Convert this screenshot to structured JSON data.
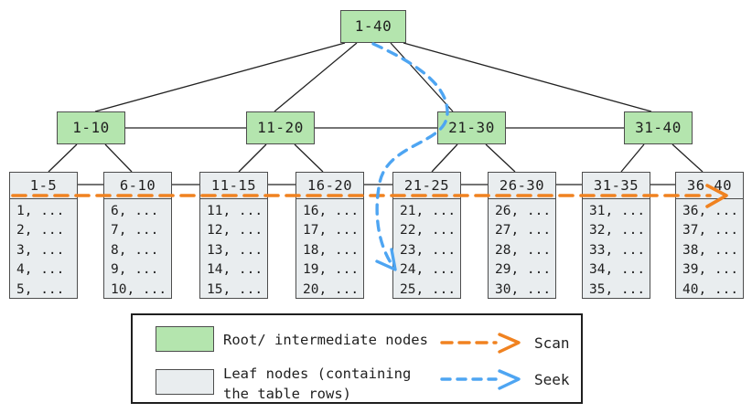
{
  "tree": {
    "root": {
      "label": "1-40"
    },
    "intermediates": [
      {
        "label": "1-10"
      },
      {
        "label": "11-20"
      },
      {
        "label": "21-30"
      },
      {
        "label": "31-40"
      }
    ],
    "leaves": [
      {
        "header": "1-5",
        "rows": [
          "1, ...",
          "2, ...",
          "3, ...",
          "4, ...",
          "5, ..."
        ]
      },
      {
        "header": "6-10",
        "rows": [
          "6, ...",
          "7, ...",
          "8, ...",
          "9, ...",
          "10, ..."
        ]
      },
      {
        "header": "11-15",
        "rows": [
          "11, ...",
          "12, ...",
          "13, ...",
          "14, ...",
          "15, ..."
        ]
      },
      {
        "header": "16-20",
        "rows": [
          "16, ...",
          "17, ...",
          "18, ...",
          "19, ...",
          "20, ..."
        ]
      },
      {
        "header": "21-25",
        "rows": [
          "21, ...",
          "22, ...",
          "23, ...",
          "24, ...",
          "25, ..."
        ]
      },
      {
        "header": "26-30",
        "rows": [
          "26, ...",
          "27, ...",
          "28, ...",
          "29, ...",
          "30, ..."
        ]
      },
      {
        "header": "31-35",
        "rows": [
          "31, ...",
          "32, ...",
          "33, ...",
          "34, ...",
          "35, ..."
        ]
      },
      {
        "header": "36-40",
        "rows": [
          "36, ...",
          "37, ...",
          "38, ...",
          "39, ...",
          "40, ..."
        ]
      }
    ]
  },
  "legend": {
    "root_label": "Root/ intermediate nodes",
    "leaf_label_line1": "Leaf nodes (containing",
    "leaf_label_line2": "the table rows)",
    "scan_label": "Scan",
    "seek_label": "Seek"
  },
  "colors": {
    "node_green": "#b4e5ae",
    "node_gray": "#e9edef",
    "scan_orange": "#f08220",
    "seek_blue": "#4ea5f2",
    "edge_black": "#222222",
    "border_gray": "#4d4d4d"
  }
}
